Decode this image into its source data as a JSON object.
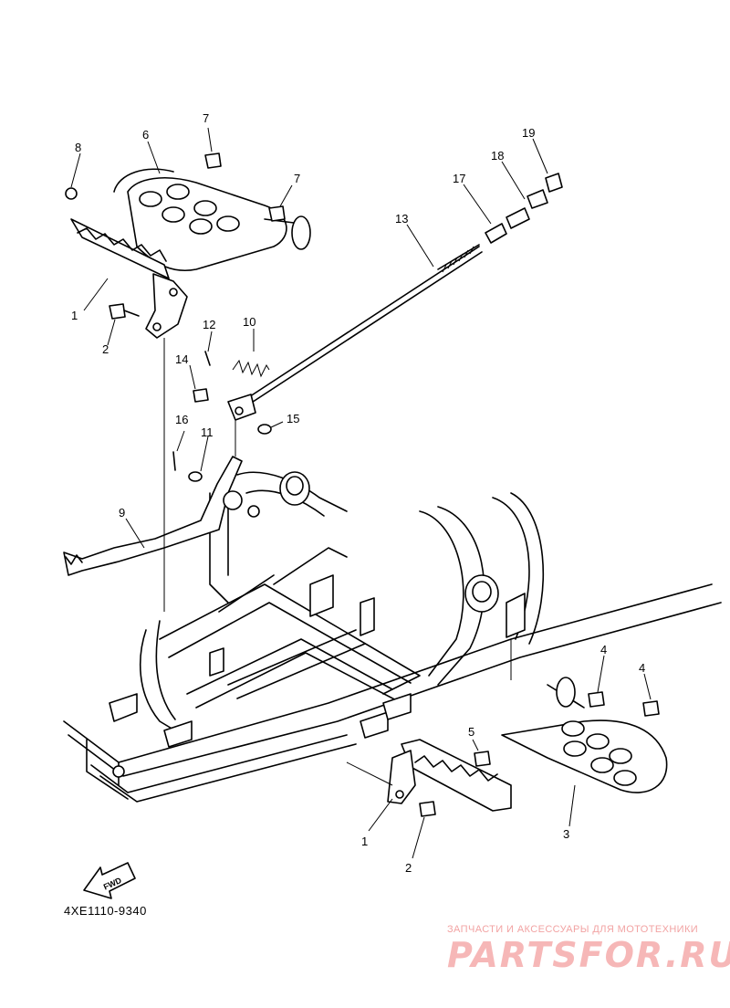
{
  "drawing_code": "4XE1110-9340",
  "fwd_label": "FWD",
  "watermark": {
    "tagline": "ЗАПЧАСТИ И АКСЕССУАРЫ ДЛЯ МОТОТЕХНИКИ",
    "logo": "PARTSFOR.RU"
  },
  "callouts": {
    "c1a": "1",
    "c1b": "1",
    "c2a": "2",
    "c2b": "2",
    "c3": "3",
    "c4a": "4",
    "c4b": "4",
    "c5": "5",
    "c6": "6",
    "c7a": "7",
    "c7b": "7",
    "c8": "8",
    "c9": "9",
    "c10": "10",
    "c11": "11",
    "c12": "12",
    "c13": "13",
    "c14": "14",
    "c15": "15",
    "c16": "16",
    "c17": "17",
    "c18": "18",
    "c19": "19"
  }
}
